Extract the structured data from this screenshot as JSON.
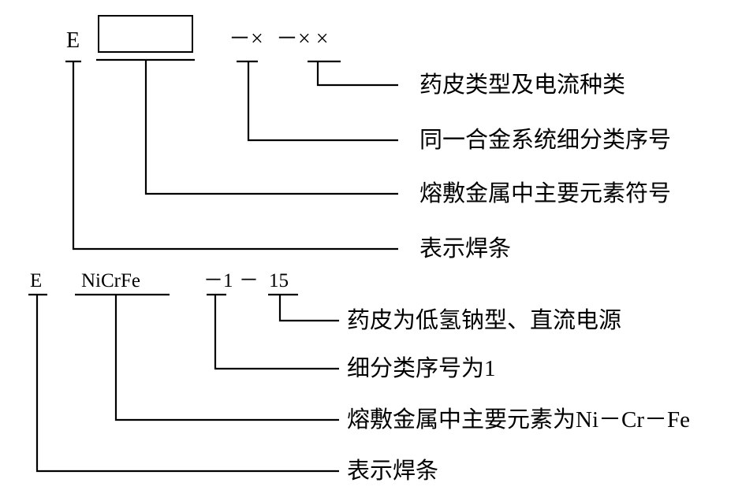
{
  "general_format": {
    "prefix": "E",
    "segment_2": "－×",
    "segment_3": "－× ×",
    "labels": {
      "coating_and_current": "药皮类型及电流种类",
      "subclass_number": "同一合金系统细分类序号",
      "main_elements": "熔敷金属中主要元素符号",
      "electrode": "表示焊条"
    }
  },
  "example": {
    "prefix": "E",
    "elements": "NiCrFe",
    "segment_2": "－1",
    "segment_3_dash": "－",
    "segment_3_code": "15",
    "labels": {
      "coating_and_current": "药皮为低氢钠型、直流电源",
      "subclass_number": "细分类序号为1",
      "main_elements": "熔敷金属中主要元素为Ni－Cr－Fe",
      "electrode": "表示焊条"
    }
  }
}
